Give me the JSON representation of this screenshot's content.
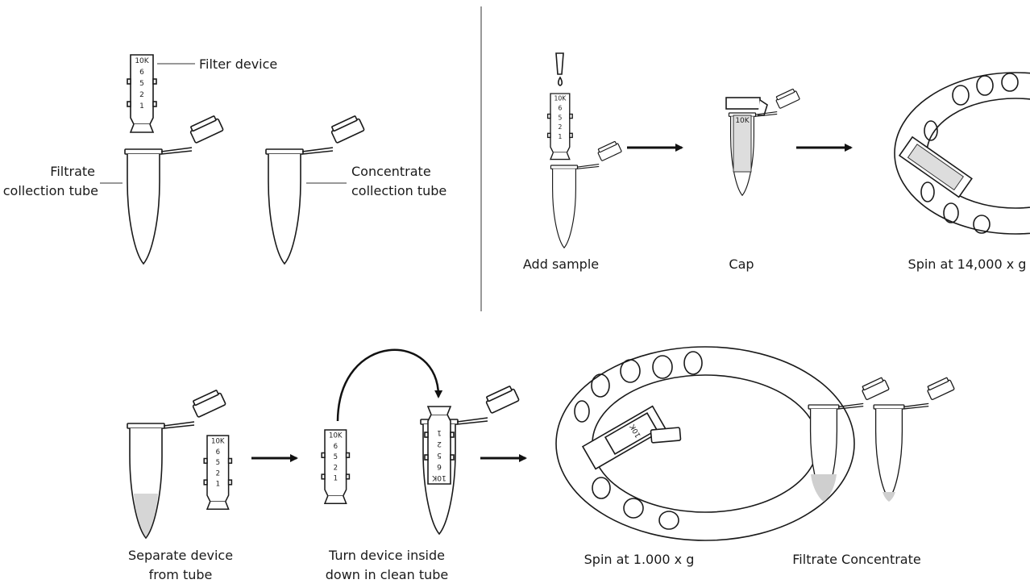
{
  "labels": {
    "filter_device": "Filter device",
    "filtrate_tube_1": "Filtrate",
    "filtrate_tube_2": "collection tube",
    "concentrate_tube_1": "Concentrate",
    "concentrate_tube_2": "collection tube",
    "add_sample": "Add sample",
    "cap": "Cap",
    "spin_14000": "Spin at 14,000 x g",
    "separate_1": "Separate device",
    "separate_2": "from tube",
    "turn_1": "Turn device inside",
    "turn_2": "down in clean tube",
    "spin_1000": "Spin at 1.000 x g",
    "filtrate_concentrate": "Filtrate Concentrate"
  },
  "device_text": {
    "cutoff": "10K",
    "marks": [
      "6",
      "5",
      "2",
      "1"
    ]
  }
}
